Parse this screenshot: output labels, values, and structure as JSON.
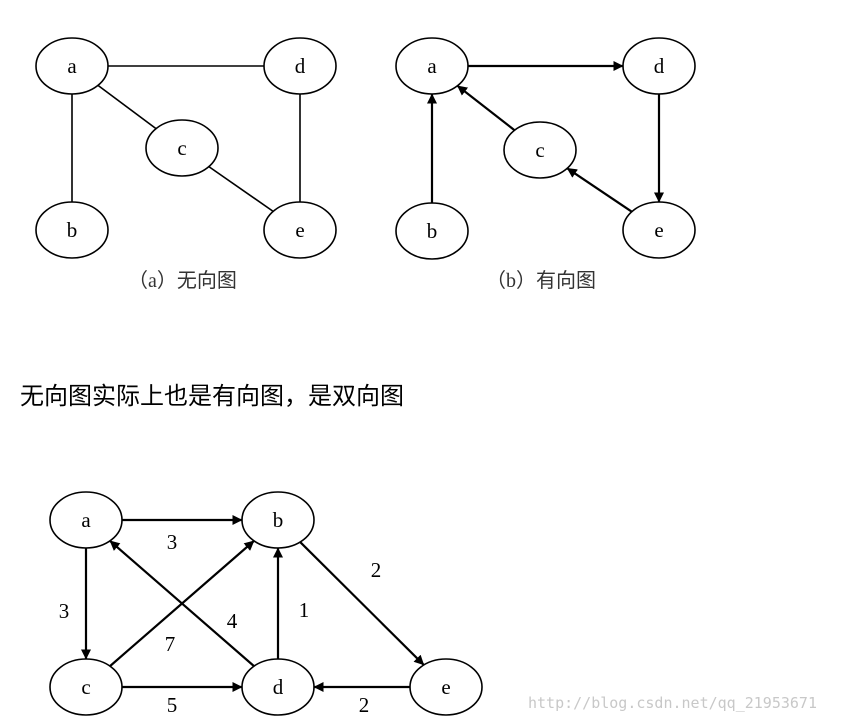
{
  "colors": {
    "stroke": "#000000",
    "background": "#ffffff",
    "watermark": "#c8c8c8"
  },
  "note_text": "无向图实际上也是有向图，是双向图",
  "watermark": "http://blog.csdn.net/qq_21953671",
  "diagrams": [
    {
      "id": "a",
      "caption": "（a）无向图",
      "directed": false,
      "nodes": [
        "a",
        "b",
        "c",
        "d",
        "e"
      ],
      "edges": [
        {
          "from": "a",
          "to": "d"
        },
        {
          "from": "a",
          "to": "b"
        },
        {
          "from": "a",
          "to": "c"
        },
        {
          "from": "c",
          "to": "e"
        },
        {
          "from": "d",
          "to": "e"
        }
      ]
    },
    {
      "id": "b",
      "caption": "（b）有向图",
      "directed": true,
      "nodes": [
        "a",
        "b",
        "c",
        "d",
        "e"
      ],
      "edges": [
        {
          "from": "a",
          "to": "d"
        },
        {
          "from": "b",
          "to": "a"
        },
        {
          "from": "c",
          "to": "a"
        },
        {
          "from": "d",
          "to": "e"
        },
        {
          "from": "e",
          "to": "c"
        }
      ]
    },
    {
      "id": "weighted",
      "caption": "",
      "directed": true,
      "nodes": [
        "a",
        "b",
        "c",
        "d",
        "e"
      ],
      "edges": [
        {
          "from": "a",
          "to": "b",
          "weight": "3"
        },
        {
          "from": "a",
          "to": "c",
          "weight": "3"
        },
        {
          "from": "c",
          "to": "b",
          "weight": "7"
        },
        {
          "from": "d",
          "to": "a",
          "weight": "4"
        },
        {
          "from": "d",
          "to": "b",
          "weight": "1"
        },
        {
          "from": "b",
          "to": "e",
          "weight": "2"
        },
        {
          "from": "c",
          "to": "d",
          "weight": "5"
        },
        {
          "from": "e",
          "to": "d",
          "weight": "2"
        }
      ]
    }
  ]
}
